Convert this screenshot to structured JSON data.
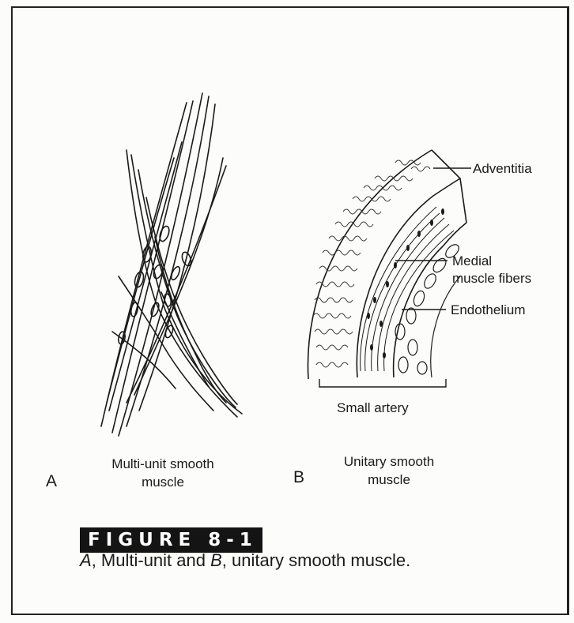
{
  "panel_a": {
    "letter": "A",
    "caption_line1": "Multi-unit smooth",
    "caption_line2": "muscle"
  },
  "panel_b": {
    "letter": "B",
    "caption_line1": "Unitary smooth",
    "caption_line2": "muscle",
    "scale_label": "Small artery",
    "labels": {
      "adventitia": "Adventitia",
      "medial_line1": "Medial",
      "medial_line2": "muscle fibers",
      "endothelium": "Endothelium"
    }
  },
  "figure": {
    "number": "FIGURE 8-1",
    "caption_a": "A",
    "caption_text1": ", Multi-unit and ",
    "caption_b": "B",
    "caption_text2": ", unitary smooth muscle."
  }
}
